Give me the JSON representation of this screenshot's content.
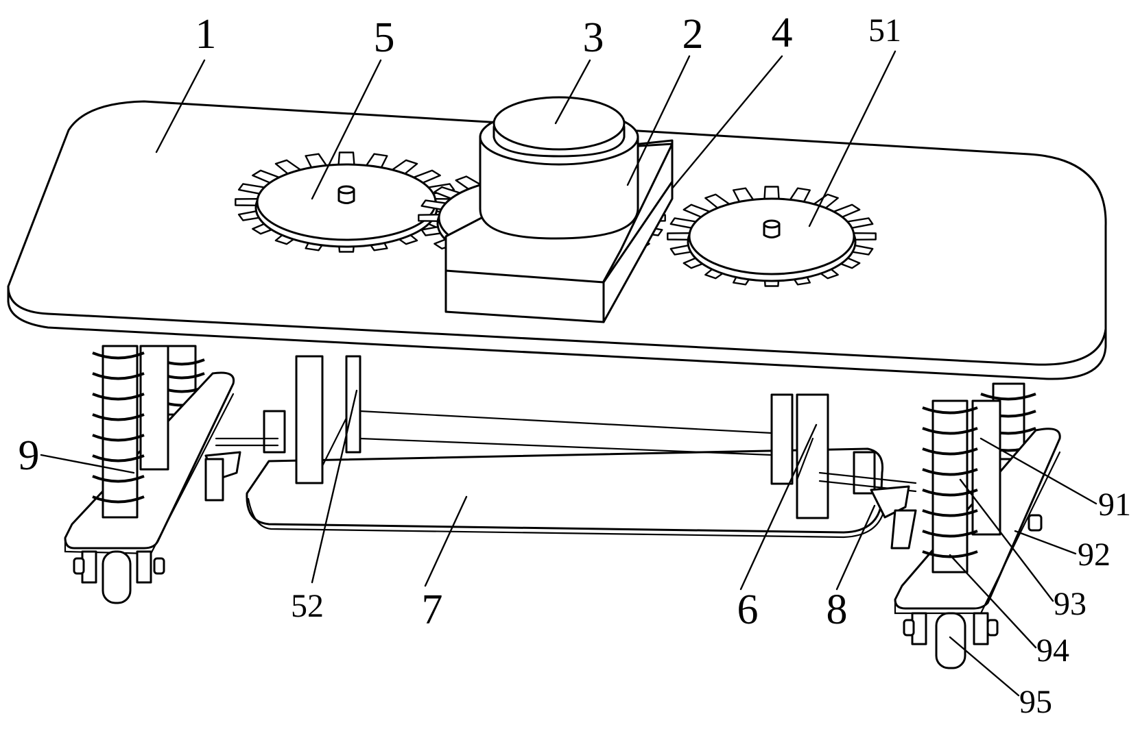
{
  "figure": {
    "style": "black line-art patent drawing, white background",
    "line_color": "#000000",
    "background_color": "#ffffff"
  },
  "labels": {
    "l1": "1",
    "l5": "5",
    "l3": "3",
    "l2": "2",
    "l4": "4",
    "l51": "51",
    "l9": "9",
    "l91": "91",
    "l92": "92",
    "l93": "93",
    "l94": "94",
    "l95": "95",
    "l52": "52",
    "l7": "7",
    "l6": "6",
    "l8": "8"
  }
}
